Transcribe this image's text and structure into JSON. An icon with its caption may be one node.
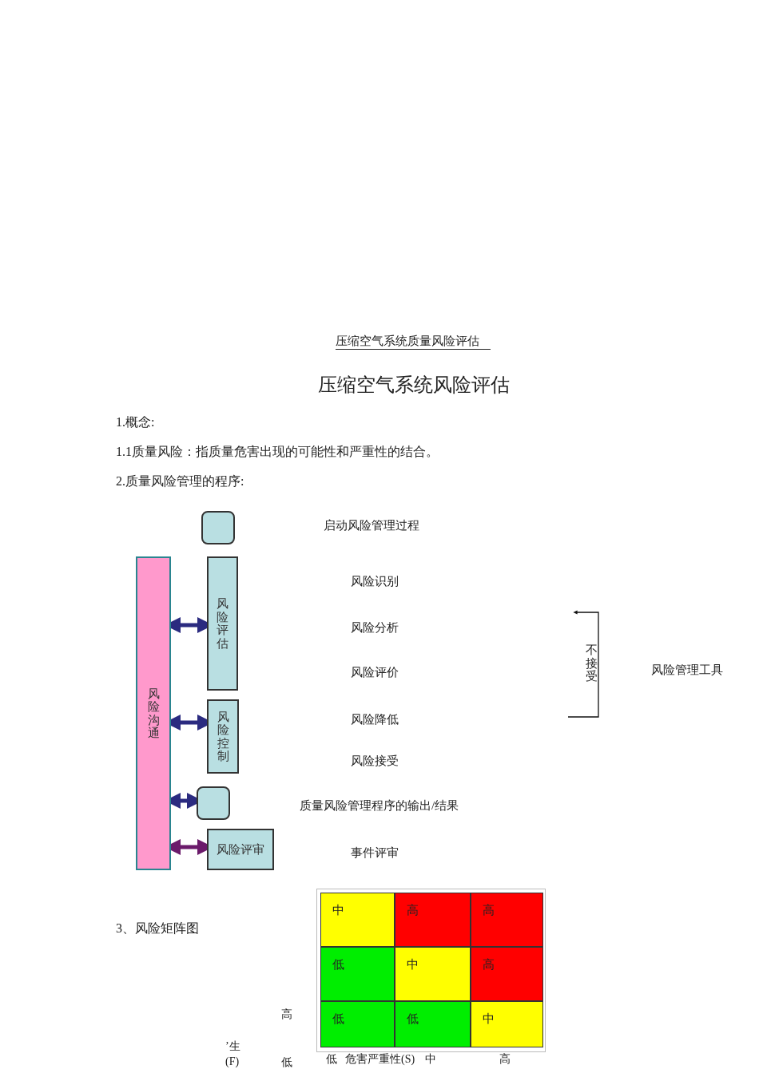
{
  "diagram": {
    "title": "压缩空气系统风险评估",
    "nodes": [
      {
        "text": [],
        "shape": "box"
      },
      {
        "text": [
          "风险沟通"
        ]
      },
      {
        "text": [
          "风险评估"
        ]
      },
      {
        "text": [
          "风险控制"
        ]
      },
      {
        "text": [],
        "shape": "box"
      },
      {
        "text": [
          "风险评审"
        ]
      }
    ],
    "edges": [
      {
        "from": 1,
        "to": 2,
        "arrow": "both"
      },
      {
        "from": 1,
        "to": 3,
        "arrow": "both"
      },
      {
        "from": 1,
        "to": 4,
        "arrow": "both"
      },
      {
        "from": 1,
        "to": 5,
        "arrow": "both",
        "color": "#6b1a6b"
      }
    ],
    "labels": [
      "压缩空气系统质量风险评估",
      "1.概念:",
      "1.1质量风险：指质量危害出现的可能性和严重性的结合。",
      "2.质量风险管理的程序:",
      "启动风险管理过程",
      "风险识别",
      "风险分析",
      "风险评价",
      "风险降低",
      "风险接受",
      "质量风险管理程序的输出/结果",
      "事件评审",
      "不接受",
      "风险管理工具",
      "3、风险矩阵图",
      "中",
      "高",
      "高",
      "低",
      "中",
      "高",
      "高",
      "低",
      "低",
      "中",
      "’生",
      "(F)",
      "低",
      "低",
      "危害严重性(S)",
      "中",
      "高"
    ]
  }
}
